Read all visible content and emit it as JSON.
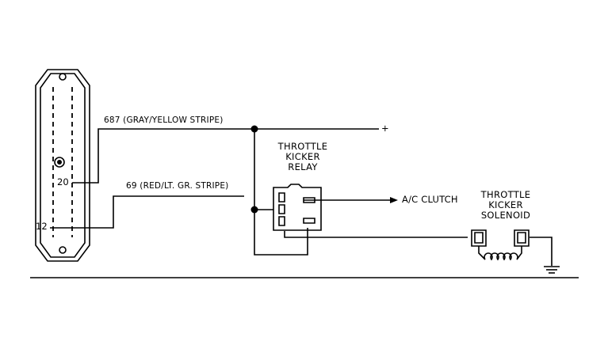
{
  "connector": {
    "pin_top": "20",
    "pin_bottom": "12"
  },
  "wires": {
    "gray_yellow": "687 (GRAY/YELLOW STRIPE)",
    "red_green": "69 (RED/LT. GR. STRIPE)"
  },
  "terminal_plus": "+",
  "relay": {
    "line1": "THROTTLE",
    "line2": "KICKER",
    "line3": "RELAY"
  },
  "ac_clutch": "A/C CLUTCH",
  "solenoid": {
    "line1": "THROTTLE",
    "line2": "KICKER",
    "line3": "SOLENOID"
  }
}
